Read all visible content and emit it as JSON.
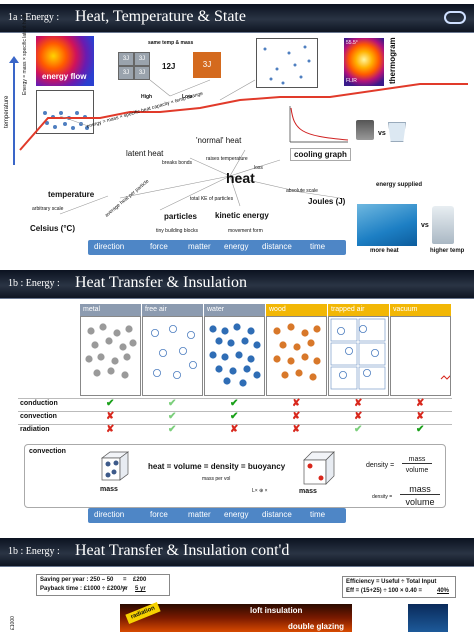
{
  "section1": {
    "number": "1a",
    "prefix": "Energy :",
    "title": "Heat, Temperature & State",
    "labels": {
      "energy_flow": "energy flow",
      "same_temp_mass": "same temp & mass",
      "box_3j": "3J",
      "box_12j": "12J",
      "box_3j_orange": "3J",
      "high": "High",
      "low": "Low",
      "thermogram": "thermogram",
      "temperature_axis": "temperature",
      "latent_heat_eq": "Energy = mass × specific latent heat",
      "specific_heat_eq": "energy = mass × specific heat capacity × temp change",
      "normal_heat": "'normal' heat",
      "cooling_graph": "cooling graph",
      "latent_heat": "latent heat",
      "breaks_bonds": "breaks bonds",
      "raises_temperature": "raises temperature",
      "loss": "loss",
      "heat": "heat",
      "temperature": "temperature",
      "average_heat": "average heat per particle",
      "total_ke": "total KE of particles",
      "absolute_scale": "absolute scale",
      "joules": "Joules (J)",
      "arbitrary_scale": "arbitrary scale",
      "particles": "particles",
      "kinetic_energy": "kinetic energy",
      "celsius": "Celsius (°C)",
      "tiny_blocks": "tiny building blocks",
      "movement_form": "movement form",
      "vs": "vs",
      "vs2": "vs",
      "energy_supplied": "energy supplied",
      "more_heat": "more heat",
      "higher_temp": "higher temp",
      "thermo_temp": "55.5°",
      "thermo_brand": "FLIR"
    },
    "nav": [
      "direction",
      "force",
      "matter",
      "energy",
      "distance",
      "time"
    ]
  },
  "section2": {
    "number": "1b",
    "prefix": "Energy :",
    "title": "Heat Transfer & Insulation",
    "columns": [
      "metal",
      "free air",
      "water",
      "wood",
      "trapped air",
      "vacuum"
    ],
    "column_colors": [
      "#8c9bb0",
      "#8c9bb0",
      "#8c9bb0",
      "#f2b705",
      "#f2b705",
      "#f2b705"
    ],
    "rows": [
      {
        "label": "conduction",
        "marks": [
          "tick",
          "tick-light",
          "tick",
          "cross",
          "cross",
          "cross"
        ]
      },
      {
        "label": "convection",
        "marks": [
          "cross",
          "tick-light",
          "tick",
          "cross",
          "cross",
          "cross"
        ]
      },
      {
        "label": "radiation",
        "marks": [
          "cross",
          "tick-light",
          "cross",
          "cross",
          "tick-light",
          "tick"
        ]
      }
    ],
    "convection": {
      "title": "convection",
      "equation": "heat = volume = density = buoyancy",
      "mass_per_vol": "mass per vol",
      "mass_left": "mass",
      "mass_right": "mass",
      "l_eq": "L× ⊕ ×",
      "density_label": "density =",
      "density_num": "mass",
      "density_den": "volume",
      "density2_label": "density =",
      "density2_num": "mass",
      "density2_den": "volume"
    },
    "nav": [
      "direction",
      "force",
      "matter",
      "energy",
      "distance",
      "time"
    ]
  },
  "section3": {
    "number": "1b",
    "prefix": "Energy :",
    "title": "Heat Transfer & Insulation cont'd",
    "saving_line": "Saving per year : 250 – 50",
    "saving_eq": "=",
    "saving_val": "£200",
    "payback_line": "Payback time : £1000 ÷ £200/yr",
    "payback_eq": "=",
    "payback_val": "5 yr",
    "efficiency_line": "Efficiency = Useful ÷ Total Input",
    "eff_line": "Eff = (15+25) ÷ 100 × 0.40 =",
    "eff_val": "40%",
    "loft": "loft insulation",
    "double_glazing": "double glazing",
    "radiation": "radiation",
    "axis": "£1000"
  }
}
